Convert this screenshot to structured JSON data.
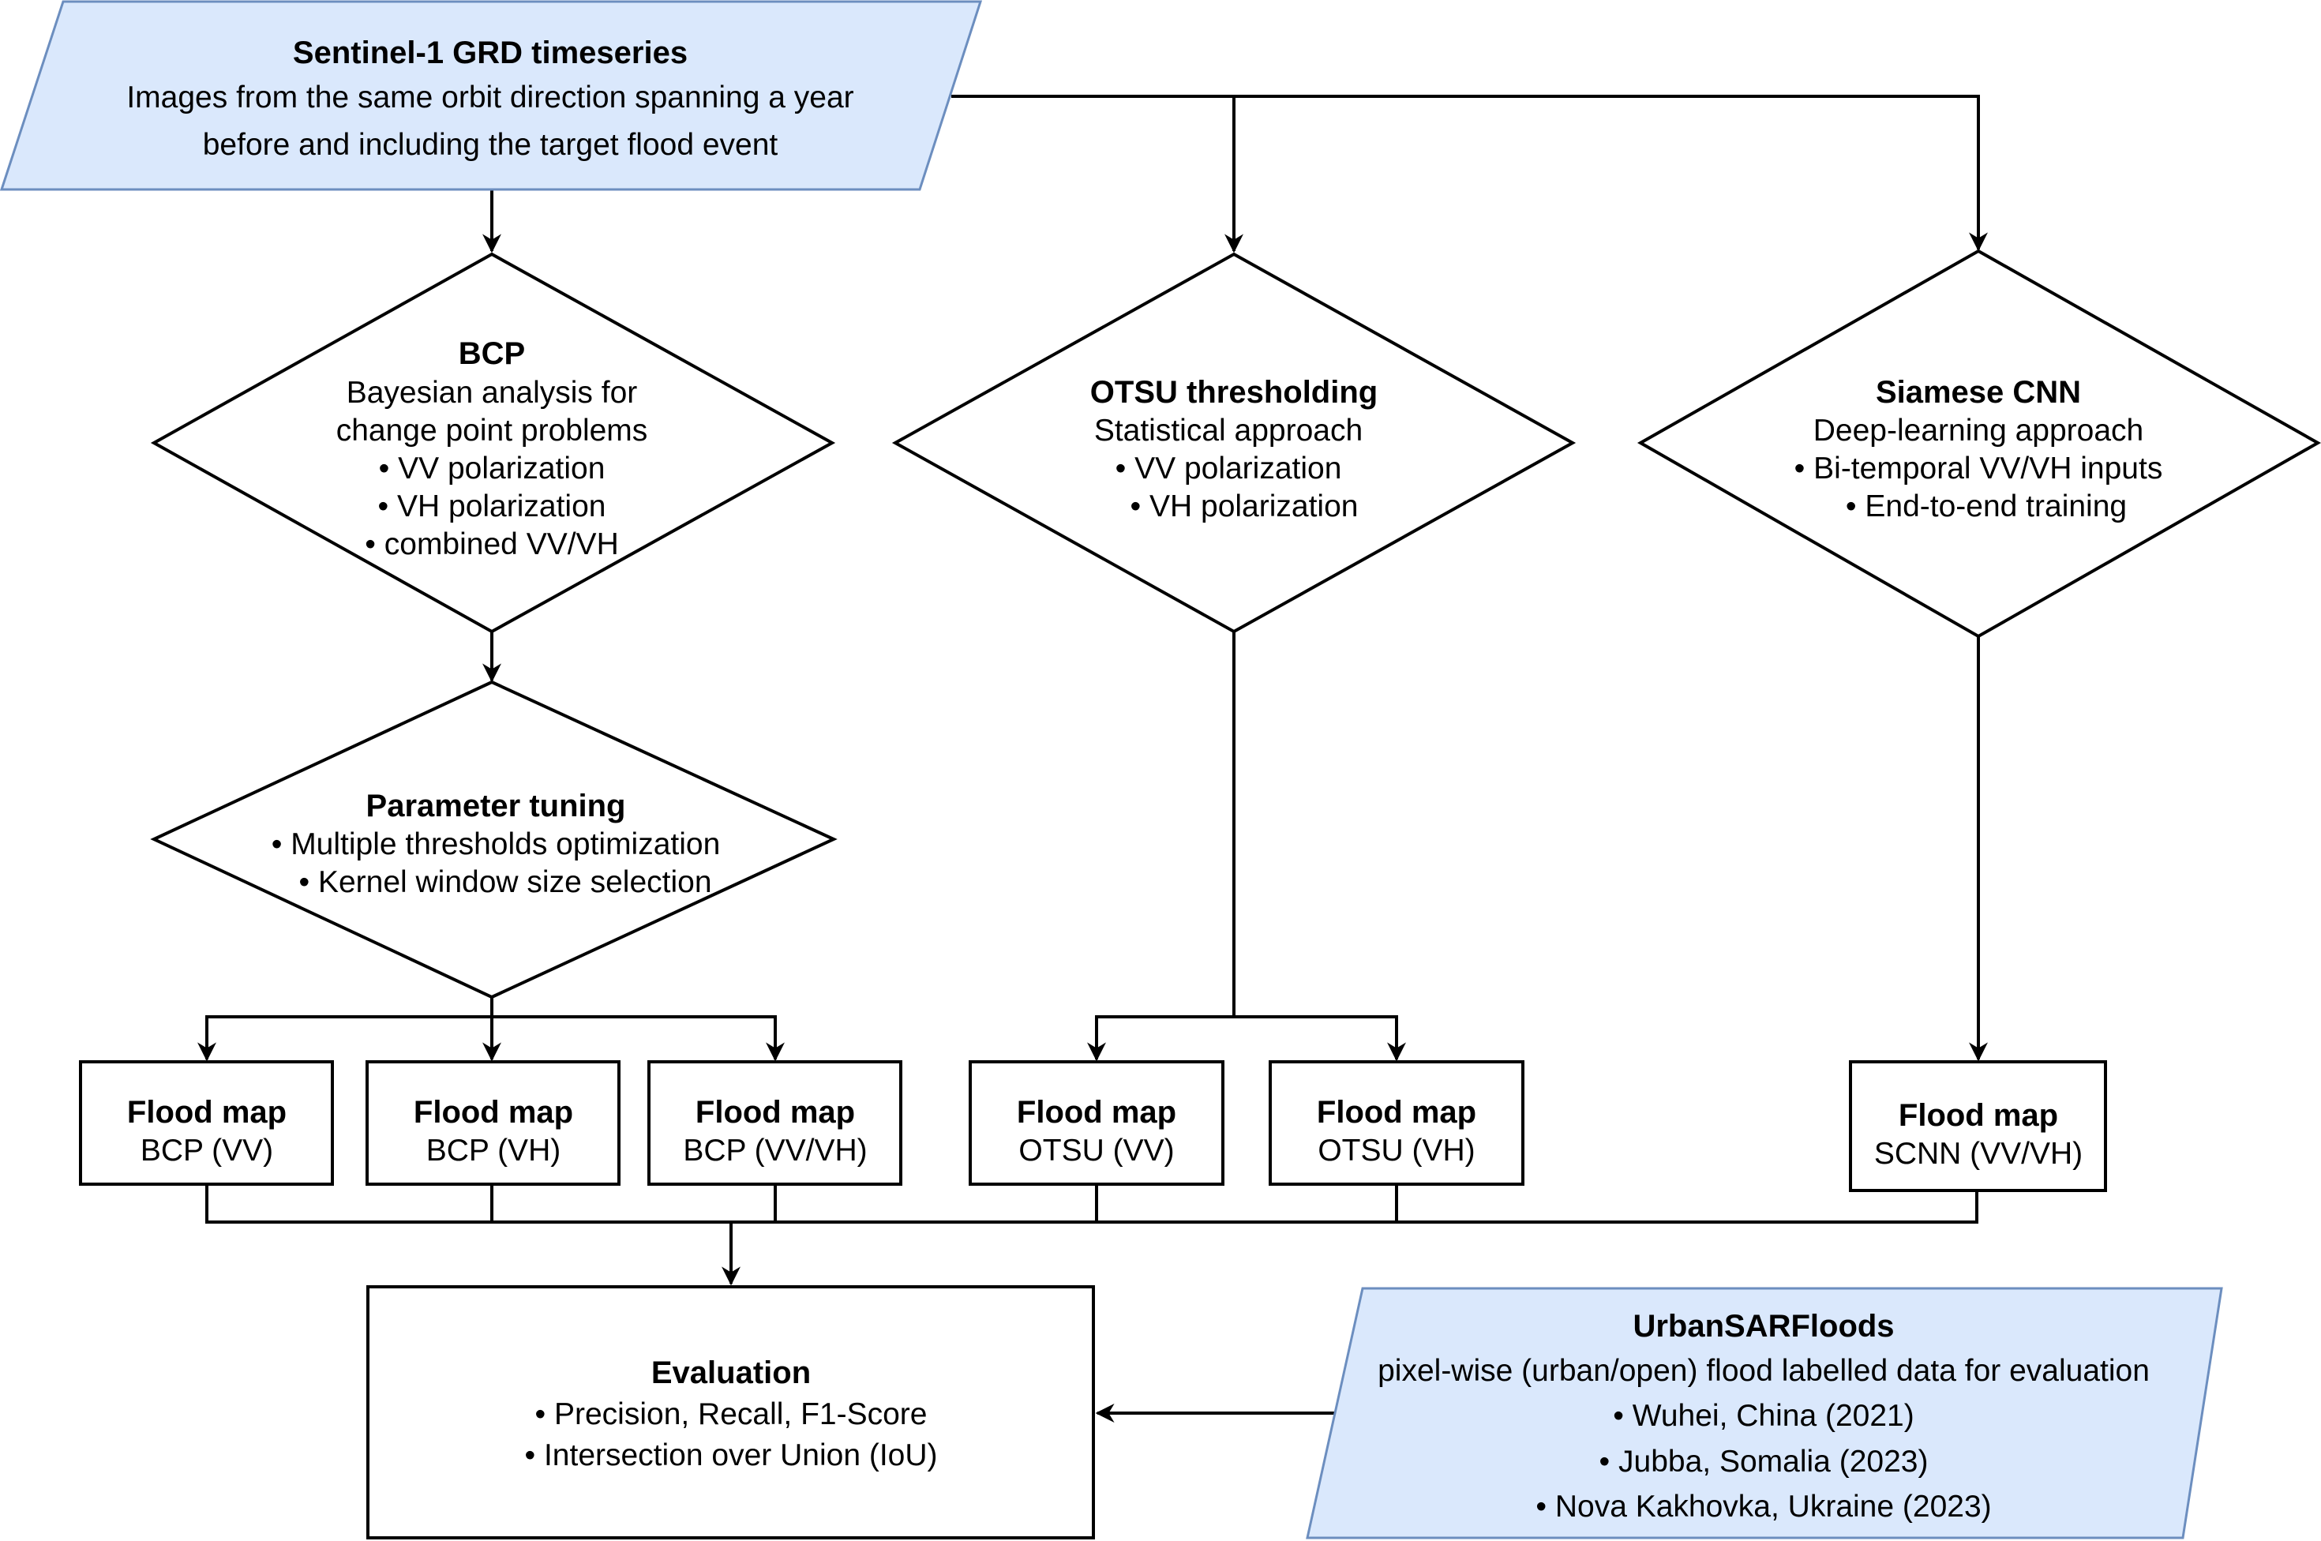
{
  "nodes": {
    "sentinel": {
      "title": "Sentinel-1 GRD timeseries",
      "lines": [
        "Images from the same orbit direction spanning a year",
        "before and including the target flood event"
      ]
    },
    "bcp": {
      "title": "BCP",
      "lines": [
        "Bayesian analysis for",
        "change point problems",
        "• VV polarization",
        "• VH polarization",
        "• combined VV/VH"
      ]
    },
    "otsu": {
      "title": "OTSU thresholding",
      "lines": [
        "Statistical approach",
        "• VV polarization",
        "• VH polarization"
      ]
    },
    "siamese": {
      "title": "Siamese CNN",
      "lines": [
        "Deep-learning approach",
        "• Bi-temporal VV/VH inputs",
        "• End-to-end training"
      ]
    },
    "tuning": {
      "title": "Parameter tuning",
      "lines": [
        "• Multiple thresholds optimization",
        "• Kernel window size selection"
      ]
    },
    "maps": [
      {
        "title": "Flood map",
        "subtitle": "BCP (VV)"
      },
      {
        "title": "Flood map",
        "subtitle": "BCP (VH)"
      },
      {
        "title": "Flood map",
        "subtitle": "BCP (VV/VH)"
      },
      {
        "title": "Flood map",
        "subtitle": "OTSU (VV)"
      },
      {
        "title": "Flood map",
        "subtitle": "OTSU (VH)"
      },
      {
        "title": "Flood map",
        "subtitle": "SCNN (VV/VH)"
      }
    ],
    "evaluation": {
      "title": "Evaluation",
      "lines": [
        "• Precision, Recall, F1-Score",
        "• Intersection over Union (IoU)"
      ]
    },
    "urban": {
      "title": "UrbanSARFloods",
      "lines": [
        "pixel-wise (urban/open) flood labelled data for evaluation",
        "• Wuhei, China (2021)",
        "• Jubba, Somalia (2023)",
        "• Nova Kakhovka, Ukraine (2023)"
      ]
    }
  },
  "colors": {
    "input_fill": "#dae8fc",
    "input_stroke": "#6c8ebf",
    "line": "#000000"
  }
}
